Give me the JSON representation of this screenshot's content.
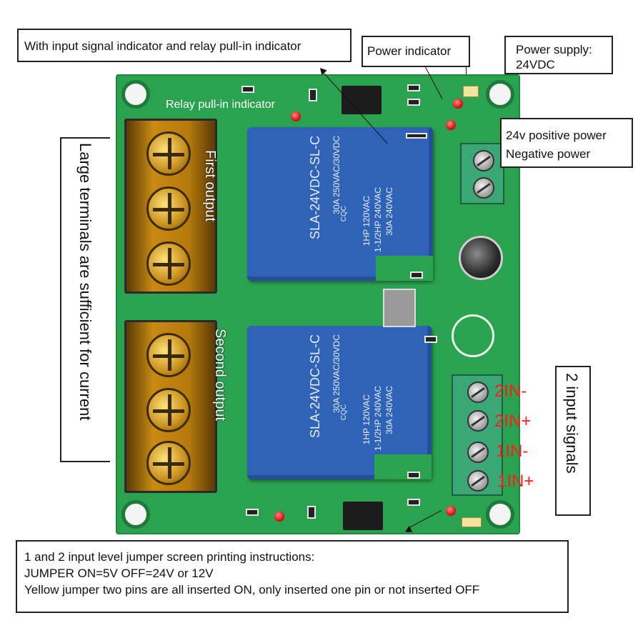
{
  "callouts": {
    "input_relay_indicator": "With input signal indicator and relay pull-in indicator",
    "power_indicator": "Power indicator",
    "power_supply_line1": "Power supply:",
    "power_supply_line2": "24VDC",
    "large_terminals": "Large terminals are sufficient for current",
    "positive_power": "24v positive power",
    "negative_power": "Negative power",
    "two_input_signals": "2 input signals",
    "jumper_line1": "1 and 2 input level jumper screen printing instructions:",
    "jumper_line2": "JUMPER ON=5V OFF=24V or 12V",
    "jumper_line3": "Yellow jumper two pins are all inserted ON, only inserted one pin or not inserted OFF"
  },
  "board": {
    "relay_pullin_label": "Relay pull-in indicator",
    "first_output": "First output",
    "second_output": "Second output",
    "inputs": [
      "2IN-",
      "2IN+",
      "1IN-",
      "1IN+"
    ],
    "relay_model": "SLA-24VDC-SL-C",
    "relay_rating": "30A 250VAC/30VDC",
    "relay_hp1": "1HP 120VAC",
    "relay_hp2": "1-1/2HP 240VAC",
    "relay_amp": "30A 240VAC",
    "cqc": "CQC"
  },
  "colors": {
    "pcb": "#2ba24f",
    "relay": "#2f63b7",
    "input_labels": "#ff1a1a"
  }
}
